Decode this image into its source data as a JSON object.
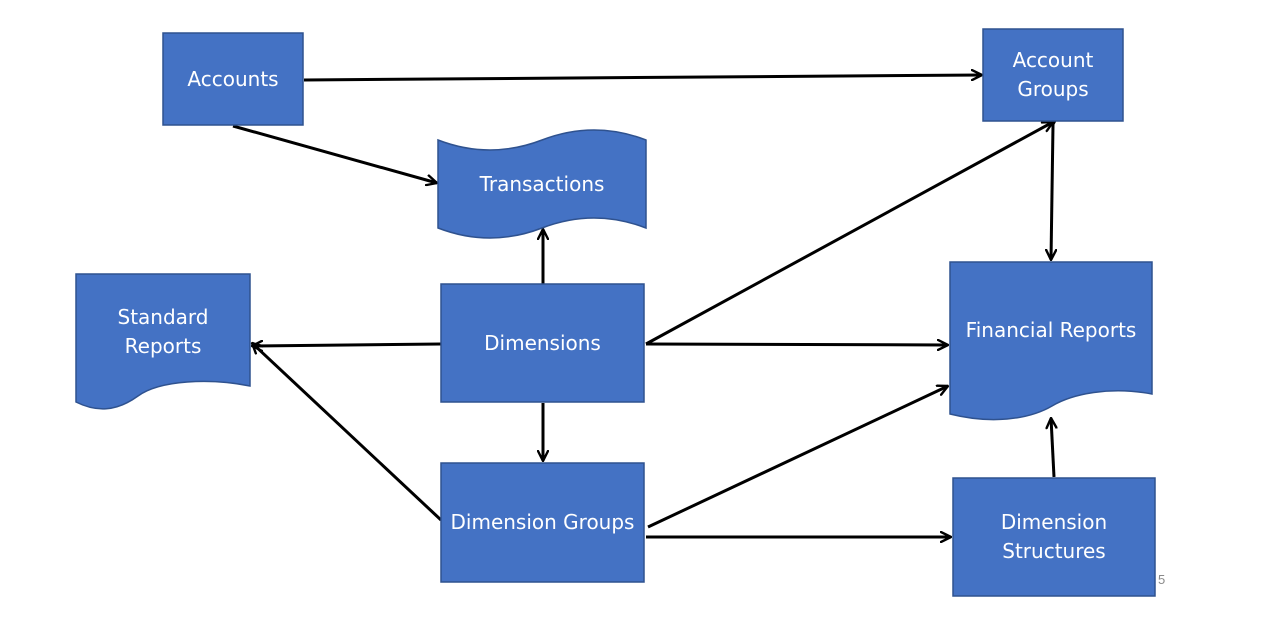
{
  "colors": {
    "node_fill": "#4472C4",
    "node_stroke": "#2F528F",
    "arrow": "#000000",
    "text": "#FFFFFF",
    "background": "#FFFFFF"
  },
  "nodes": {
    "accounts": {
      "label": "Accounts",
      "shape": "process-rectangle"
    },
    "account_groups": {
      "label": "Account\nGroups",
      "shape": "process-rectangle"
    },
    "transactions": {
      "label": "Transactions",
      "shape": "punched-tape"
    },
    "standard_reports": {
      "label": "Standard\nReports",
      "shape": "document"
    },
    "dimensions": {
      "label": "Dimensions",
      "shape": "process-rectangle"
    },
    "financial_reports": {
      "label": "Financial Reports",
      "shape": "document"
    },
    "dimension_groups": {
      "label": "Dimension Groups",
      "shape": "process-rectangle"
    },
    "dimension_structures": {
      "label": "Dimension\nStructures",
      "shape": "process-rectangle"
    }
  },
  "connectors": [
    {
      "from": "accounts",
      "to": "account_groups",
      "direction": "forward"
    },
    {
      "from": "accounts",
      "to": "transactions",
      "direction": "forward"
    },
    {
      "from": "dimensions",
      "to": "transactions",
      "direction": "forward"
    },
    {
      "from": "dimensions",
      "to": "standard_reports",
      "direction": "forward"
    },
    {
      "from": "dimensions",
      "to": "account_groups",
      "direction": "forward"
    },
    {
      "from": "dimensions",
      "to": "financial_reports",
      "direction": "forward"
    },
    {
      "from": "dimensions",
      "to": "dimension_groups",
      "direction": "forward"
    },
    {
      "from": "dimension_groups",
      "to": "standard_reports",
      "direction": "forward"
    },
    {
      "from": "dimension_groups",
      "to": "financial_reports",
      "direction": "forward"
    },
    {
      "from": "dimension_groups",
      "to": "dimension_structures",
      "direction": "forward"
    },
    {
      "from": "dimension_structures",
      "to": "financial_reports",
      "direction": "forward"
    },
    {
      "from": "account_groups",
      "to": "financial_reports",
      "direction": "both"
    }
  ],
  "page_number": "5"
}
